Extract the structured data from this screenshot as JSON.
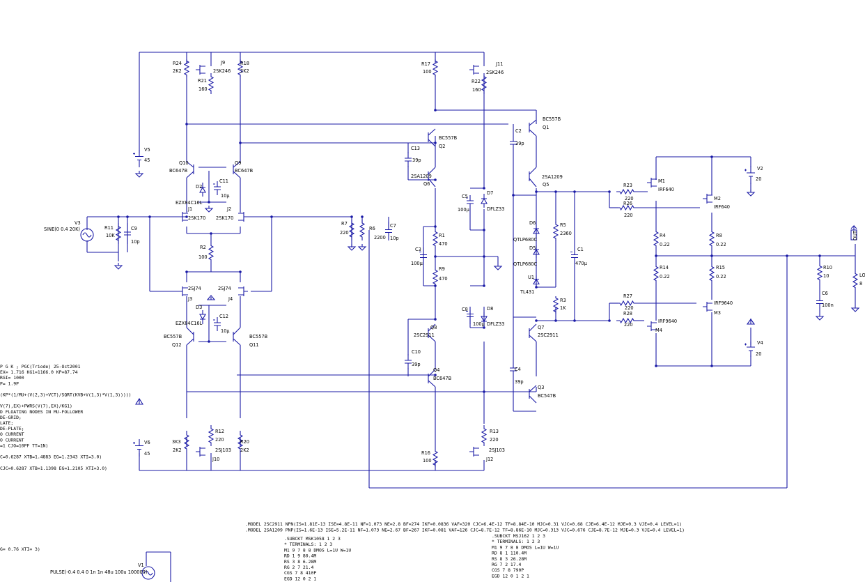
{
  "components": [
    {
      "id": "R24",
      "labels": [
        "R24",
        "2K2"
      ]
    },
    {
      "id": "J9",
      "labels": [
        "J9",
        "2SK246"
      ]
    },
    {
      "id": "R21",
      "labels": [
        "R21",
        "160"
      ]
    },
    {
      "id": "R18",
      "labels": [
        "R18",
        "2K2"
      ]
    },
    {
      "id": "V5",
      "labels": [
        "V5",
        "45"
      ]
    },
    {
      "id": "Q10",
      "labels": [
        "Q10",
        "BC647B"
      ]
    },
    {
      "id": "Q9",
      "labels": [
        "Q9",
        "BC647B"
      ]
    },
    {
      "id": "D2",
      "labels": [
        "D2",
        "EZX84C16L"
      ]
    },
    {
      "id": "C11",
      "labels": [
        "C11",
        "10µ"
      ]
    },
    {
      "id": "J1",
      "labels": [
        "J1",
        "2SK170"
      ]
    },
    {
      "id": "J2",
      "labels": [
        "J2",
        "2SK170"
      ]
    },
    {
      "id": "V3",
      "labels": [
        "V3",
        "SINE(0 0.4 20K)"
      ]
    },
    {
      "id": "R11",
      "labels": [
        "R11",
        "10K"
      ]
    },
    {
      "id": "C9",
      "labels": [
        "C9",
        "10p"
      ]
    },
    {
      "id": "R2",
      "labels": [
        "R2",
        "100"
      ]
    },
    {
      "id": "J3",
      "labels": [
        "2SJ74",
        "J3"
      ]
    },
    {
      "id": "J4",
      "labels": [
        "2SJ74",
        "J4"
      ]
    },
    {
      "id": "D3",
      "labels": [
        "D3",
        "EZX84C16L"
      ]
    },
    {
      "id": "C12",
      "labels": [
        "C12",
        "10µ"
      ]
    },
    {
      "id": "Q12",
      "labels": [
        "BC557B",
        "Q12"
      ]
    },
    {
      "id": "Q11",
      "labels": [
        "BC557B",
        "Q11"
      ]
    },
    {
      "id": "V6",
      "labels": [
        "V6",
        "45"
      ]
    },
    {
      "id": "R19b",
      "labels": [
        "3K3",
        "2K2"
      ]
    },
    {
      "id": "R12",
      "labels": [
        "R12",
        "220"
      ]
    },
    {
      "id": "J10",
      "labels": [
        "2SJ103",
        "J10"
      ]
    },
    {
      "id": "R20",
      "labels": [
        "R20",
        "2K2"
      ]
    },
    {
      "id": "R17",
      "labels": [
        "R17",
        "100"
      ]
    },
    {
      "id": "J11",
      "labels": [
        "J11",
        "2SK246"
      ]
    },
    {
      "id": "R22",
      "labels": [
        "R22",
        "160"
      ]
    },
    {
      "id": "C13",
      "labels": [
        "C13",
        "39p"
      ]
    },
    {
      "id": "Q2",
      "labels": [
        "BC557B",
        "Q2"
      ]
    },
    {
      "id": "Q6",
      "labels": [
        "2SA1209",
        "Q6"
      ]
    },
    {
      "id": "C5",
      "labels": [
        "C5",
        "100µ"
      ]
    },
    {
      "id": "D7",
      "labels": [
        "D7",
        "DFLZ33"
      ]
    },
    {
      "id": "R7",
      "labels": [
        "R7",
        "220"
      ]
    },
    {
      "id": "R6",
      "labels": [
        "R6",
        "2200"
      ]
    },
    {
      "id": "C7",
      "labels": [
        "C7",
        "10p"
      ]
    },
    {
      "id": "R1",
      "labels": [
        "R1",
        "470"
      ]
    },
    {
      "id": "C3",
      "labels": [
        "C3",
        "100µ"
      ]
    },
    {
      "id": "R9",
      "labels": [
        "R9",
        "470"
      ]
    },
    {
      "id": "C8",
      "labels": [
        "C8",
        "100µ"
      ]
    },
    {
      "id": "D8",
      "labels": [
        "D8",
        "DFLZ33"
      ]
    },
    {
      "id": "Q8",
      "labels": [
        "Q8",
        "2SC2911"
      ]
    },
    {
      "id": "C10",
      "labels": [
        "C10",
        "39p"
      ]
    },
    {
      "id": "Q4",
      "labels": [
        "Q4",
        "BC647B"
      ]
    },
    {
      "id": "R16",
      "labels": [
        "R16",
        "100"
      ]
    },
    {
      "id": "R13",
      "labels": [
        "R13",
        "220"
      ]
    },
    {
      "id": "J12",
      "labels": [
        "2SJ103",
        "J12"
      ]
    },
    {
      "id": "Q1",
      "labels": [
        "BC557B",
        "Q1"
      ]
    },
    {
      "id": "C2",
      "labels": [
        "C2",
        "39p"
      ]
    },
    {
      "id": "Q5",
      "labels": [
        "2SA1209",
        "Q5"
      ]
    },
    {
      "id": "D6",
      "labels": [
        "D6",
        "QTLP680C"
      ]
    },
    {
      "id": "D5",
      "labels": [
        "D5",
        "QTLP680C"
      ]
    },
    {
      "id": "R5",
      "labels": [
        "R5",
        "2360"
      ]
    },
    {
      "id": "C1",
      "labels": [
        "C1",
        "470µ"
      ]
    },
    {
      "id": "U1",
      "labels": [
        "U1",
        "TL431"
      ]
    },
    {
      "id": "R3",
      "labels": [
        "R3",
        "1K"
      ]
    },
    {
      "id": "Q7",
      "labels": [
        "Q7",
        "2SC2911"
      ]
    },
    {
      "id": "C4",
      "labels": [
        "C4",
        "39p"
      ]
    },
    {
      "id": "Q3",
      "labels": [
        "Q3",
        "BC547B"
      ]
    },
    {
      "id": "R23",
      "labels": [
        "R23",
        "220"
      ]
    },
    {
      "id": "R26",
      "labels": [
        "R26",
        "220"
      ]
    },
    {
      "id": "M1",
      "labels": [
        "M1",
        "IRF640"
      ]
    },
    {
      "id": "M2",
      "labels": [
        "M2",
        "IRF640"
      ]
    },
    {
      "id": "V2",
      "labels": [
        "V2",
        "20"
      ]
    },
    {
      "id": "R4",
      "labels": [
        "R4",
        "0.22"
      ]
    },
    {
      "id": "R8",
      "labels": [
        "R8",
        "0.22"
      ]
    },
    {
      "id": "R14",
      "labels": [
        "R14",
        "0.22"
      ]
    },
    {
      "id": "R15",
      "labels": [
        "R15",
        "0.22"
      ]
    },
    {
      "id": "R27",
      "labels": [
        "R27",
        "220"
      ]
    },
    {
      "id": "R28",
      "labels": [
        "R28",
        "220"
      ]
    },
    {
      "id": "M3",
      "labels": [
        "IRF9640",
        "M3"
      ]
    },
    {
      "id": "M4",
      "labels": [
        "IRF9640",
        "M4"
      ]
    },
    {
      "id": "V4",
      "labels": [
        "V4",
        "20"
      ]
    },
    {
      "id": "R10",
      "labels": [
        "R10",
        "10"
      ]
    },
    {
      "id": "C6",
      "labels": [
        "C6",
        "100n"
      ]
    },
    {
      "id": "RL",
      "labels": [
        "LO",
        "8"
      ]
    },
    {
      "id": "V1",
      "labels": [
        "V1",
        "PULSE(-0.4 0.4 0 1n 1n 48u 100u 100000)"
      ]
    }
  ],
  "out_label": "OUT",
  "left_notes": [
    "P G K ; PGC(Triode) 25-Oct2001",
    "EX= 1.716  KG1=1166.0  KP=87.74",
    " RGI= 1000",
    "P= 1.9P",
    "",
    "(KP*(1/MU+(V(2,3)+VCT)/SQRT(KVB+V(1,3)*V(1,3)))))",
    "",
    "V(7),EX)+PWRS(V(7),EX)/KG1)",
    "D FLOATING NODES IN MU-FOLLOWER",
    "DE-GRID;",
    "LATE;",
    "DE-PLATE;",
    "O CURRENT",
    "O CURRENT",
    "=1 CJO=10PF TT=1N)",
    "",
    "C=0.6287 XTB=1.4883 EG=1.2343 XTI=3.0)",
    "",
    "CJC=0.6287 XTB=1.1398 EG=1.2105 XTI=3.0)"
  ],
  "left_bottom_note": "G= 0.76 XTI= 3)",
  "model_lines": [
    ".MODEL 2SC2911 NPN(IS=1.81E-13 ISE=4.8E-11 NF=1.073 NE=2.8 BF=274 IKF=0.0836 VAF=320 CJC=6.4E-12 TF=8.84E-10 MJC=0.31 VJC=0.68 CJE=6.4E-12 MJE=0.3 VJE=0.4 LEVEL=1)",
    ".MODEL 2SA1209 PNP(IS=1.6E-13 ISE=5.2E-11 NF=1.073 NE=2.67 BF=267 IKF=0.081 VAF=126 CJC=8.7E-12 TF=8.86E-10 MJC=0.313 VJC=0.676 CJE=8.7E-12 MJE=0.3 VJE=0.4 LEVEL=1)"
  ],
  "subckt_left": [
    ".SUBCKT MSK1058 1 2 3",
    "* TERMINALS: 1 2 3",
    "M1 9 7 8 8 DMOS L=1U W=1U",
    "RD 1 9 80.4M",
    "RS 3 8 6.28M",
    "RG 2 7 21.4",
    "CGS 7 8 410P",
    "EGD 12 0 2 1"
  ],
  "subckt_right": [
    ".SUBCKT MSJ162 1 2 3",
    "* TERMINALS: 1 2 3",
    "M1 9 7 8 8 DMOS L=1U W=1U",
    "RD 8 1 110.4M",
    "RS 8 3 26.28M",
    "RG 7 2 17.4",
    "CGS 7 8 790P",
    "EGD 12 0 1 2 1"
  ]
}
